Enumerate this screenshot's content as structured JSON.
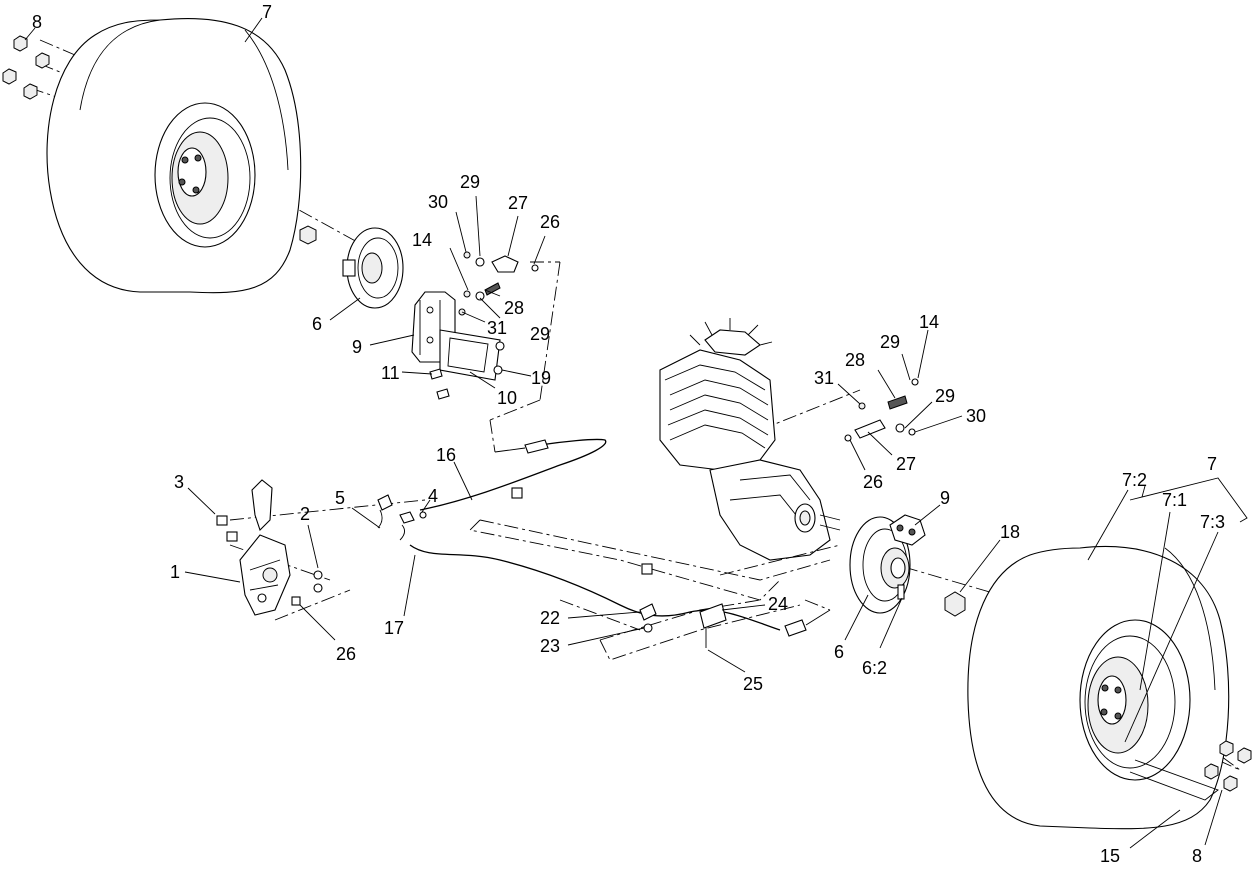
{
  "callouts": {
    "c_8_top": "8",
    "c_7_top": "7",
    "c_6_left": "6",
    "c_30_left": "30",
    "c_29_left_top": "29",
    "c_27_left": "27",
    "c_26_left_top": "26",
    "c_14_left": "14",
    "c_28_left": "28",
    "c_31_left": "31",
    "c_29_left_mid": "29",
    "c_9_left": "9",
    "c_11": "11",
    "c_19": "19",
    "c_10": "10",
    "c_16": "16",
    "c_3": "3",
    "c_2": "2",
    "c_5": "5",
    "c_4": "4",
    "c_1": "1",
    "c_17": "17",
    "c_26_bottom": "26",
    "c_22": "22",
    "c_23": "23",
    "c_24": "24",
    "c_25": "25",
    "c_14_right": "14",
    "c_29_right_top": "29",
    "c_28_right": "28",
    "c_31_right": "31",
    "c_29_right_mid": "29",
    "c_30_right": "30",
    "c_27_right": "27",
    "c_26_right": "26",
    "c_9_right": "9",
    "c_18": "18",
    "c_6_right": "6",
    "c_6_2": "6:2",
    "c_7_right": "7",
    "c_7_2": "7:2",
    "c_7_1": "7:1",
    "c_7_3": "7:3",
    "c_15": "15",
    "c_8_bottom": "8"
  }
}
